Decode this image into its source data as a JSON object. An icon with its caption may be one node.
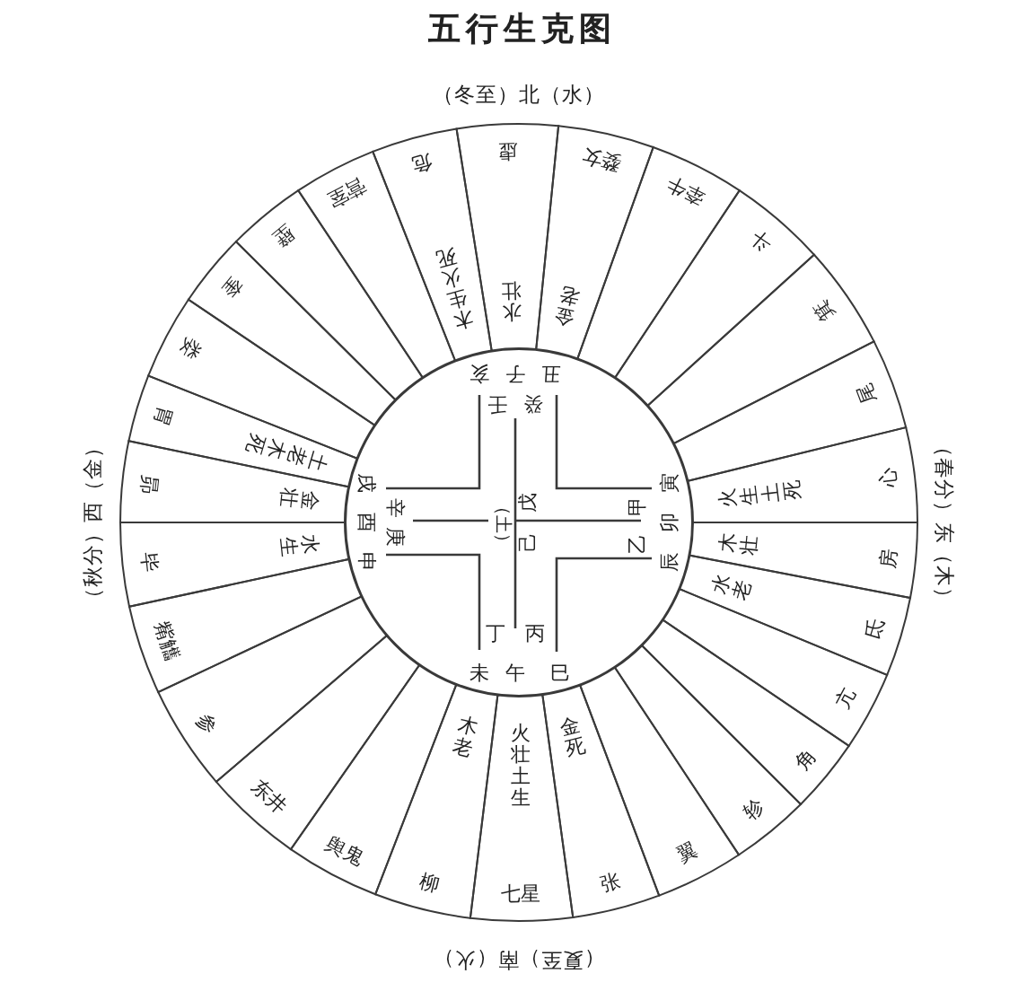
{
  "diagram": {
    "title": "五行生克图",
    "nodes": [
      {
        "text": [
          "虚",
          "水壮"
        ]
      },
      {
        "text": [
          "婺女",
          "金老"
        ]
      },
      {
        "text": [
          "牵牛"
        ]
      },
      {
        "text": [
          "斗"
        ]
      },
      {
        "text": [
          "箕"
        ]
      },
      {
        "text": [
          "尾"
        ]
      },
      {
        "text": [
          "火生土死",
          "心"
        ]
      },
      {
        "text": [
          "木壮",
          "房"
        ]
      },
      {
        "text": [
          "水老",
          "氐"
        ]
      },
      {
        "text": [
          "亢"
        ]
      },
      {
        "text": [
          "角"
        ]
      },
      {
        "text": [
          "轸"
        ]
      },
      {
        "text": [
          "翼"
        ]
      },
      {
        "text": [
          "金死",
          "张"
        ]
      },
      {
        "text": [
          "火壮土生",
          "七星"
        ]
      },
      {
        "text": [
          "木老",
          "柳"
        ]
      },
      {
        "text": [
          "舆鬼"
        ]
      },
      {
        "text": [
          "东井"
        ]
      },
      {
        "text": [
          "参"
        ]
      },
      {
        "text": [
          "觜觿"
        ]
      },
      {
        "text": [
          "毕",
          "水生"
        ]
      },
      {
        "text": [
          "昴",
          "金壮"
        ]
      },
      {
        "text": [
          "胃",
          "土老木死"
        ]
      },
      {
        "text": [
          "娄"
        ]
      },
      {
        "text": [
          "奎"
        ]
      },
      {
        "text": [
          "壁"
        ]
      },
      {
        "text": [
          "营室"
        ]
      },
      {
        "text": [
          "危",
          "木生火死"
        ]
      },
      {
        "text": [
          "亥",
          "子",
          "丑",
          "壬",
          "癸",
          "戌",
          "寅",
          "戊",
          "甲",
          "辛",
          "酉",
          "（土）",
          "卯",
          "庚",
          "己",
          "乙",
          "申",
          "辰",
          "丁",
          "丙",
          "未",
          "午",
          "巳"
        ]
      }
    ],
    "labels": [
      "（冬至）北（水）",
      "（秋分）西（金）",
      "（春分）东（木）",
      "（夏至）南（火）"
    ]
  }
}
